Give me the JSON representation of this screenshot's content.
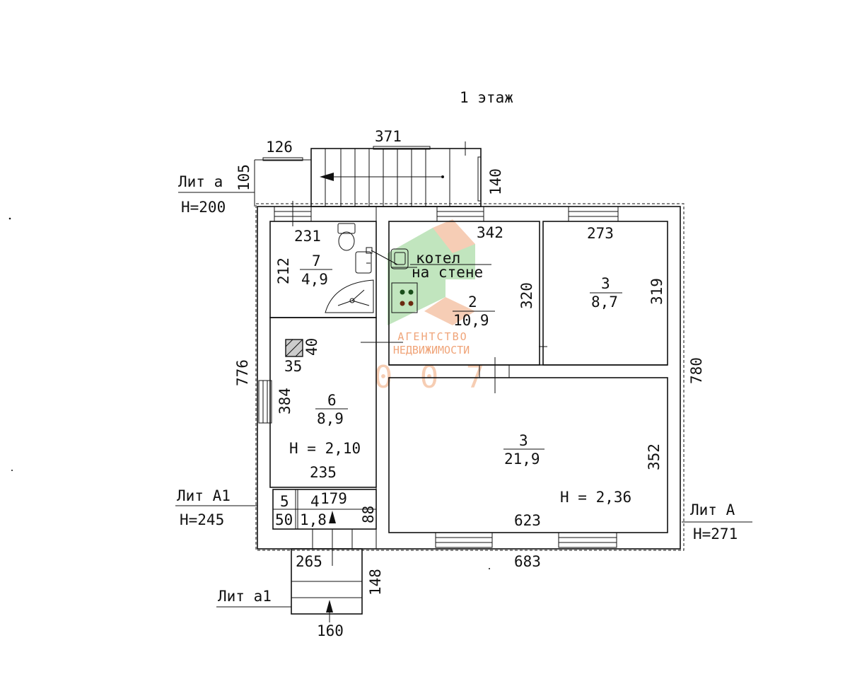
{
  "title": "1 этаж",
  "colors": {
    "line": "#111111",
    "watermark_orange": "#f0a57a",
    "watermark_green": "#8fd08a"
  },
  "watermark": {
    "line1": "АГЕНТСТВО",
    "line2": "НЕДВИЖИМОСТИ",
    "line3": "0 0 7"
  },
  "lit_labels": {
    "lit_a": "Лит а",
    "lit_a_h": "H=200",
    "lit_A1": "Лит А1",
    "lit_A1_h": "H=245",
    "lit_A": "Лит А",
    "lit_A_h": "H=271",
    "lit_a1": "Лит а1"
  },
  "rooms": {
    "r7_num": "7",
    "r7_area": "4,9",
    "r6_num": "6",
    "r6_area": "8,9",
    "r2_num": "2",
    "r2_area": "10,9",
    "r3a_num": "3",
    "r3a_area": "8,7",
    "r3b_num": "3",
    "r3b_area": "21,9",
    "r5_num": "5",
    "r4_num": "4",
    "r4_area": "1,8"
  },
  "boiler": {
    "line1": "котел",
    "line2": "на стене"
  },
  "heights": {
    "h6": "H = 2,10",
    "h3": "H = 2,36"
  },
  "dims": {
    "d126": "126",
    "d371": "371",
    "d105": "105",
    "d140": "140",
    "d231": "231",
    "d212": "212",
    "d342": "342",
    "d273": "273",
    "d320": "320",
    "d319": "319",
    "d776": "776",
    "d780": "780",
    "d40": "40",
    "d35": "35",
    "d384": "384",
    "d235": "235",
    "d179": "179",
    "d50": "50",
    "d88": "88",
    "d352": "352",
    "d623": "623",
    "d265": "265",
    "d683": "683",
    "d148": "148",
    "d160": "160"
  }
}
